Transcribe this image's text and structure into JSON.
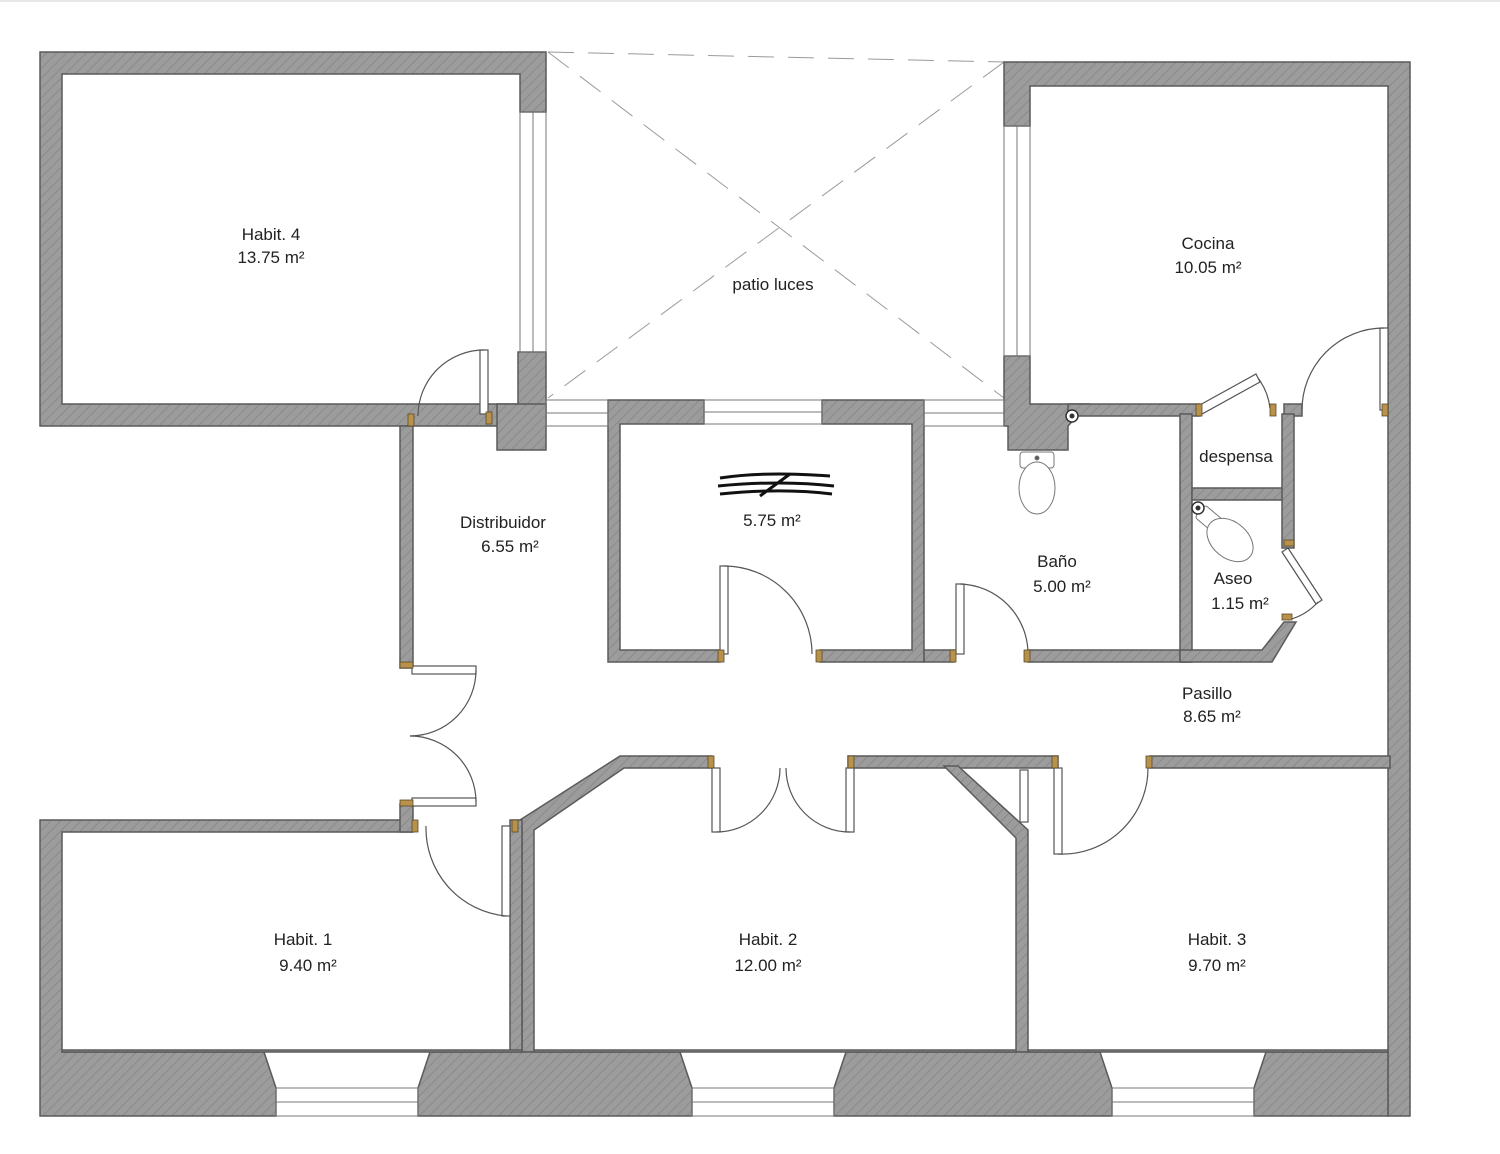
{
  "colors": {
    "wall_fill": "#9c9c9c",
    "wall_hatch": "#8a8a8a",
    "wall_outline": "#5a5a5a",
    "door_line": "#555555",
    "hinge": "#b8924a",
    "background": "#ffffff"
  },
  "rooms": {
    "habit4": {
      "name": "Habit. 4",
      "area": "13.75 m²"
    },
    "patio": {
      "name": "patio luces"
    },
    "cocina": {
      "name": "Cocina",
      "area": "10.05 m²"
    },
    "distribuidor": {
      "name": "Distribuidor",
      "area": "6.55 m²"
    },
    "redacted": {
      "area": "5.75 m²"
    },
    "bano": {
      "name": "Baño",
      "area": "5.00 m²"
    },
    "despensa": {
      "name": "despensa"
    },
    "aseo": {
      "name": "Aseo",
      "area": "1.15 m²"
    },
    "pasillo": {
      "name": "Pasillo",
      "area": "8.65 m²"
    },
    "habit1": {
      "name": "Habit. 1",
      "area": "9.40 m²"
    },
    "habit2": {
      "name": "Habit. 2",
      "area": "12.00 m²"
    },
    "habit3": {
      "name": "Habit. 3",
      "area": "9.70 m²"
    }
  }
}
